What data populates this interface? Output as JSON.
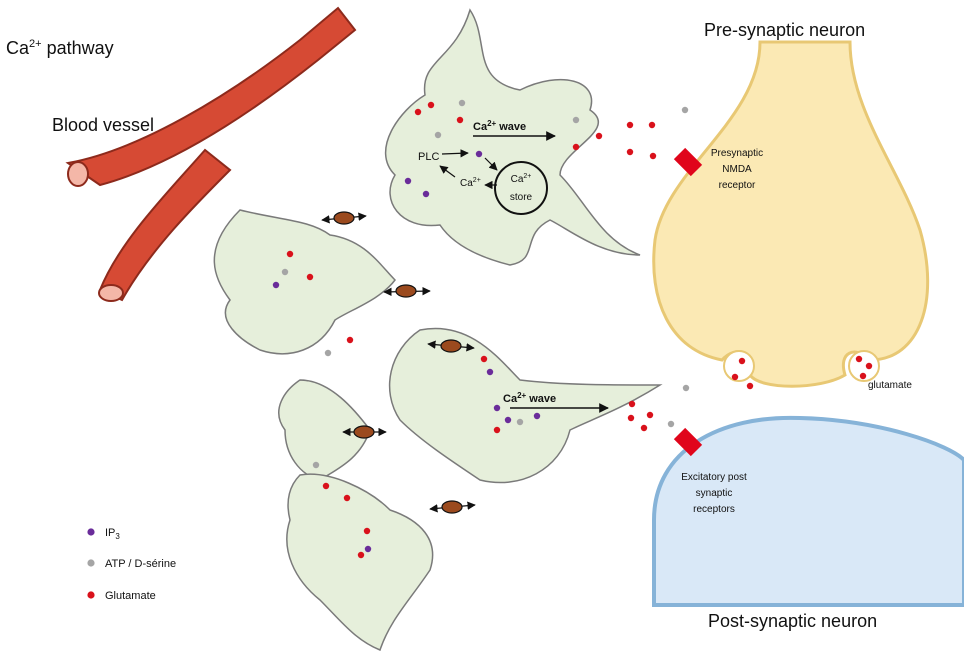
{
  "title": {
    "base": "Ca",
    "sup": "2+",
    "rest": " pathway"
  },
  "labels": {
    "blood_vessel": "Blood vessel",
    "pre_neuron": "Pre-synaptic neuron",
    "post_neuron": "Post-synaptic neuron",
    "presynaptic_receptor": [
      "Presynaptic",
      "NMDA",
      "receptor"
    ],
    "post_receptor": [
      "Excitatory post",
      "synaptic",
      "receptors"
    ],
    "glutamate_release": "glutamate",
    "plc": "PLC",
    "ca_base": "Ca",
    "ca_sup": "2+",
    "store": "store",
    "wave_word": " wave"
  },
  "legend": [
    {
      "label": "IP",
      "sub": "3",
      "color": "#6a2c9a"
    },
    {
      "label": "ATP / D-sérine",
      "sub": "",
      "color": "#a5a5a5"
    },
    {
      "label": "Glutamate",
      "sub": "",
      "color": "#d9111b"
    }
  ],
  "colors": {
    "astrocyte_fill": "#e6efdb",
    "astrocyte_stroke": "#7a7a7a",
    "vessel": "#d64a34",
    "vessel_inner": "#f4b7a8",
    "pre_neuron": "#fbe9b4",
    "pre_neuron_stroke": "#e8c874",
    "post_neuron": "#d9e8f7",
    "post_neuron_stroke": "#86b3d8",
    "receptor": "#e0051b",
    "gap_junction": "#9b4a1e"
  }
}
